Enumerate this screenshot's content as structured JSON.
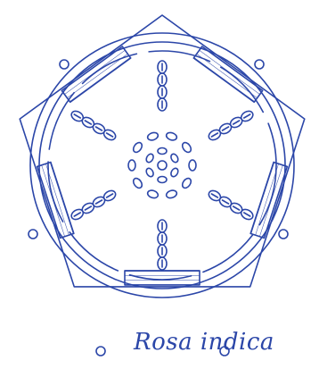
{
  "caption": "Rosa indica",
  "colors": {
    "ink": "#2b46a8",
    "background": "#ffffff"
  },
  "components": [
    "outer-pentagon-sepals",
    "hatched-bands",
    "corner-bulbs",
    "outer-ring",
    "inner-ring",
    "stamen-whorls",
    "central-ovules"
  ]
}
